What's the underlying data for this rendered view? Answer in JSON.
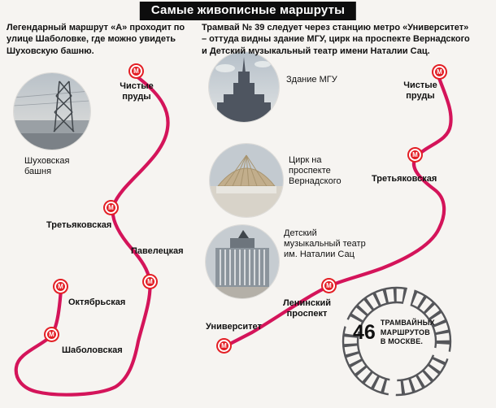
{
  "colors": {
    "route_line": "#d4145a",
    "metro_red": "#e31e24",
    "header_bg": "#0d0d0d",
    "background": "#f6f4f1"
  },
  "header": {
    "title": "Самые живописные маршруты"
  },
  "metro_letter": "М",
  "left": {
    "intro": "Легендарный маршрут «А» проходит по\nулице Шаболовке, где можно увидеть\nШуховскую башню.",
    "photo": {
      "caption": "Шуховская\nбашня"
    },
    "stations": [
      {
        "name": "Чистые\nпруды"
      },
      {
        "name": "Третьяковская"
      },
      {
        "name": "Павелецкая"
      },
      {
        "name": "Октябрьская"
      },
      {
        "name": "Шаболовская"
      }
    ]
  },
  "right": {
    "intro": "Трамвай № 39 следует через станцию метро «Университет»\n– оттуда видны здание МГУ, цирк на проспекте Вернадского\nи Детский музыкальный театр имени Наталии Сац.",
    "photos": [
      {
        "caption": "Здание МГУ"
      },
      {
        "caption": "Цирк на\nпроспекте\nВернадского"
      },
      {
        "caption": "Детский\nмузыкальный театр\nим. Наталии Сац"
      }
    ],
    "stations": [
      {
        "name": "Чистые\nпруды"
      },
      {
        "name": "Третьяковская"
      },
      {
        "name": "Ленинский\nпроспект"
      },
      {
        "name": "Университет"
      }
    ]
  },
  "badge": {
    "count": "46",
    "label": "ТРАМВАЙНЫХ\nМАРШРУТОВ\nВ МОСКВЕ."
  }
}
